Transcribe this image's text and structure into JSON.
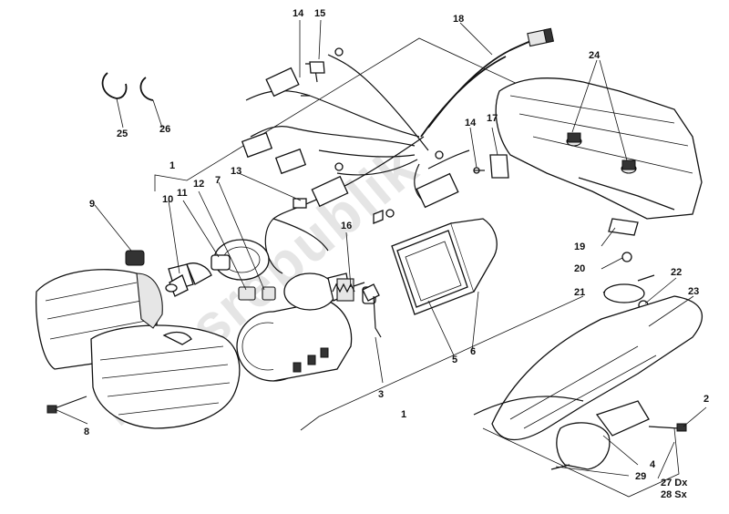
{
  "diagram": {
    "callouts": {
      "c1_top": "1",
      "c1_bottom": "1",
      "c2": "2",
      "c3": "3",
      "c4": "4",
      "c5": "5",
      "c6": "6",
      "c7": "7",
      "c8": "8",
      "c9": "9",
      "c10": "10",
      "c11": "11",
      "c12": "12",
      "c13": "13",
      "c14_top": "14",
      "c14_mid": "14",
      "c15": "15",
      "c16": "16",
      "c17": "17",
      "c18": "18",
      "c19": "19",
      "c20": "20",
      "c21": "21",
      "c22": "22",
      "c23": "23",
      "c24": "24",
      "c25": "25",
      "c26": "26",
      "c27": "27 Dx",
      "c28": "28 Sx",
      "c29": "29"
    },
    "watermark": "Partsrepublik"
  }
}
